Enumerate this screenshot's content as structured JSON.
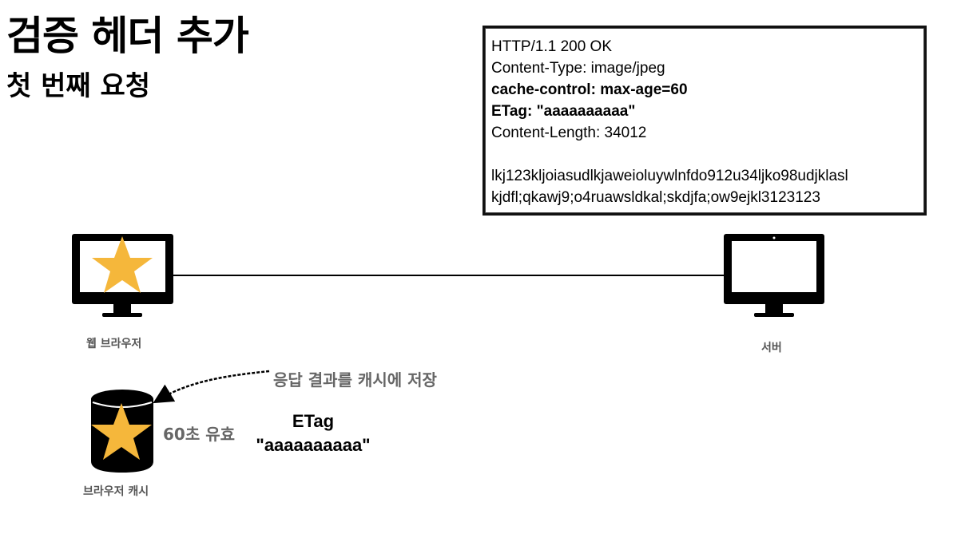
{
  "header": {
    "title": "검증 헤더 추가",
    "subtitle": "첫 번째 요청"
  },
  "response": {
    "lines": [
      {
        "text": "HTTP/1.1 200 OK",
        "bold": false
      },
      {
        "text": "Content-Type: image/jpeg",
        "bold": false
      },
      {
        "text": "cache-control: max-age=60",
        "bold": true
      },
      {
        "text": "ETag: \"aaaaaaaaaa\"",
        "bold": true
      },
      {
        "text": "Content-Length: 34012",
        "bold": false
      },
      {
        "text": "",
        "bold": false
      },
      {
        "text": "lkj123kljoiasudlkjaweioluywlnfdo912u34ljko98udjklasl",
        "bold": false
      },
      {
        "text": "kjdfl;qkawj9;o4ruawsldkal;skdjfa;ow9ejkl3123123",
        "bold": false
      }
    ]
  },
  "nodes": {
    "browser_label": "웹 브라우저",
    "server_label": "서버",
    "cache_label": "브라우저 캐시"
  },
  "annotations": {
    "save_note": "응답 결과를 캐시에 저장",
    "validity": "60초 유효",
    "etag_title": "ETag",
    "etag_value": "\"aaaaaaaaaa\""
  },
  "colors": {
    "star": "#F5B73B",
    "device": "#000000",
    "note_gray": "#666666"
  }
}
